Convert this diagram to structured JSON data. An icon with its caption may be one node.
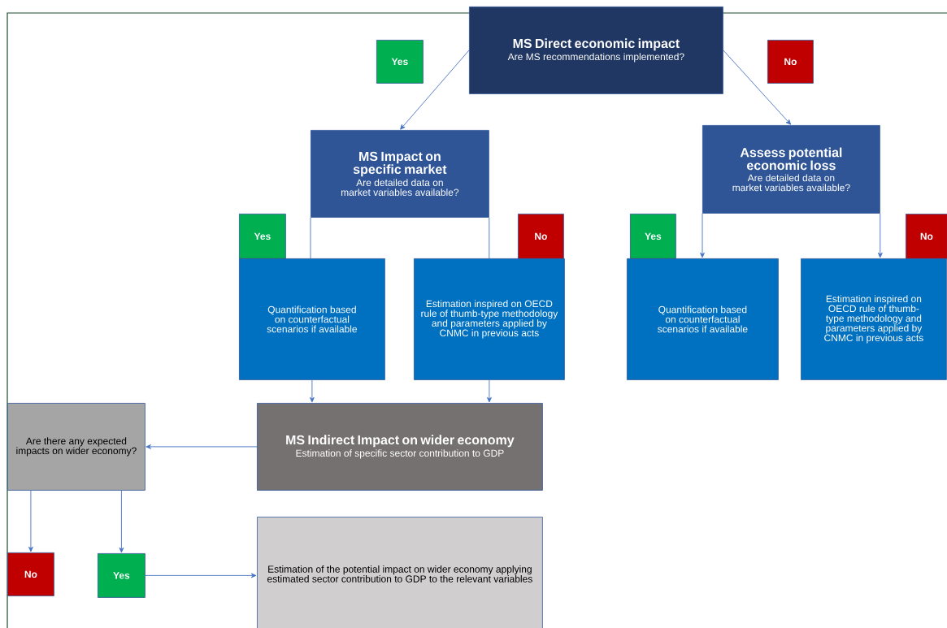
{
  "diagram": {
    "nodes": [
      {
        "text": [
          "MS Direct economic impact",
          "Are MS recommendations implemented?"
        ]
      },
      {
        "text": [
          "Yes"
        ]
      },
      {
        "text": [
          "No"
        ]
      },
      {
        "text": [
          "MS Impact on specific market",
          "Are detailed data on market variables available?"
        ]
      },
      {
        "text": [
          "Assess potential economic loss",
          "Are detailed data on market variables available?"
        ]
      },
      {
        "text": [
          "Yes"
        ]
      },
      {
        "text": [
          "No"
        ]
      },
      {
        "text": [
          "Yes"
        ]
      },
      {
        "text": [
          "No"
        ]
      },
      {
        "text": [
          "Quantification based on counterfactual scenarios if available"
        ]
      },
      {
        "text": [
          "Estimation inspired on OECD rule of thumb-type methodology and parameters applied by CNMC in previous acts"
        ]
      },
      {
        "text": [
          "Quantification based on counterfactual scenarios if available"
        ]
      },
      {
        "text": [
          "Estimation inspired on OECD rule of thumb-type methodology and parameters applied by CNMC in previous acts"
        ]
      },
      {
        "text": [
          "MS Indirect Impact on wider economy",
          "Estimation of specific sector contribution to GDP"
        ]
      },
      {
        "text": [
          "Are there any expected impacts on wider economy?"
        ]
      },
      {
        "text": [
          "Estimation of the potential impact on wider economy applying estimated sector contribution to GDP to the relevant variables"
        ]
      },
      {
        "text": [
          "No"
        ]
      },
      {
        "text": [
          "Yes"
        ]
      }
    ],
    "edges": [
      {
        "from": 0,
        "to": 3,
        "arrow": "to"
      },
      {
        "from": 0,
        "to": 4,
        "arrow": "to"
      },
      {
        "from": 3,
        "to": 9,
        "arrow": "none"
      },
      {
        "from": 3,
        "to": 10,
        "arrow": "none"
      },
      {
        "from": 4,
        "to": 11,
        "arrow": "to"
      },
      {
        "from": 4,
        "to": 12,
        "arrow": "to"
      },
      {
        "from": 9,
        "to": 13,
        "arrow": "to"
      },
      {
        "from": 10,
        "to": 13,
        "arrow": "to"
      },
      {
        "from": 13,
        "to": 14,
        "arrow": "to"
      },
      {
        "from": 14,
        "to": 16,
        "arrow": "to"
      },
      {
        "from": 14,
        "to": 17,
        "arrow": "to"
      },
      {
        "from": 17,
        "to": 15,
        "arrow": "to"
      }
    ]
  }
}
